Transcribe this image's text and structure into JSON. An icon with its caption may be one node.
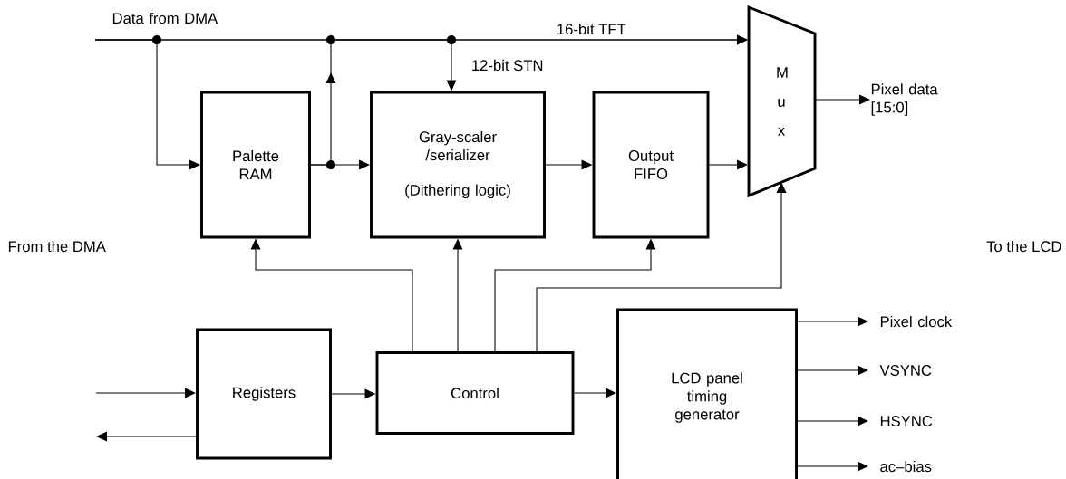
{
  "diagram": {
    "nodes": [
      {
        "text": [
          "Palette RAM"
        ]
      },
      {
        "text": [
          "Gray-scaler /serializer",
          "(Dithering logic)"
        ]
      },
      {
        "text": [
          "Output FIFO"
        ]
      },
      {
        "text": [
          "M u x"
        ]
      },
      {
        "text": [
          "Registers"
        ]
      },
      {
        "text": [
          "Control"
        ]
      },
      {
        "text": [
          "LCD panel timing generator"
        ]
      },
      {
        "text": [
          "Data from DMA"
        ]
      },
      {
        "text": [
          "Pixel data [15:0]"
        ]
      },
      {
        "text": [
          "Pixel clock"
        ]
      },
      {
        "text": [
          "VSYNC"
        ]
      },
      {
        "text": [
          "HSYNC"
        ]
      },
      {
        "text": [
          "ac–bias"
        ]
      }
    ],
    "edges": [
      {
        "from": 7,
        "to": 3,
        "arrow": "to",
        "label": "16-bit TFT"
      },
      {
        "from": 7,
        "to": 0,
        "arrow": "to"
      },
      {
        "from": 7,
        "to": 1,
        "arrow": "to",
        "label": "12-bit STN"
      },
      {
        "from": 0,
        "to": 1,
        "arrow": "to"
      },
      {
        "from": 0,
        "to": 3,
        "arrow": "to"
      },
      {
        "from": 1,
        "to": 2,
        "arrow": "to"
      },
      {
        "from": 2,
        "to": 3,
        "arrow": "to"
      },
      {
        "from": 3,
        "to": 8,
        "arrow": "to"
      },
      {
        "from": 5,
        "to": 0,
        "arrow": "to"
      },
      {
        "from": 5,
        "to": 1,
        "arrow": "to"
      },
      {
        "from": 5,
        "to": 2,
        "arrow": "to"
      },
      {
        "from": 5,
        "to": 3,
        "arrow": "to"
      },
      {
        "from": null,
        "to": 4,
        "arrow": "to"
      },
      {
        "from": 4,
        "to": null,
        "arrow": "to"
      },
      {
        "from": 4,
        "to": 5,
        "arrow": "to"
      },
      {
        "from": 5,
        "to": 6,
        "arrow": "to"
      },
      {
        "from": 6,
        "to": 9,
        "arrow": "to"
      },
      {
        "from": 6,
        "to": 10,
        "arrow": "to"
      },
      {
        "from": 6,
        "to": 11,
        "arrow": "to"
      },
      {
        "from": 6,
        "to": 12,
        "arrow": "to"
      }
    ],
    "labels": [
      "From the DMA",
      "To the LCD"
    ]
  }
}
